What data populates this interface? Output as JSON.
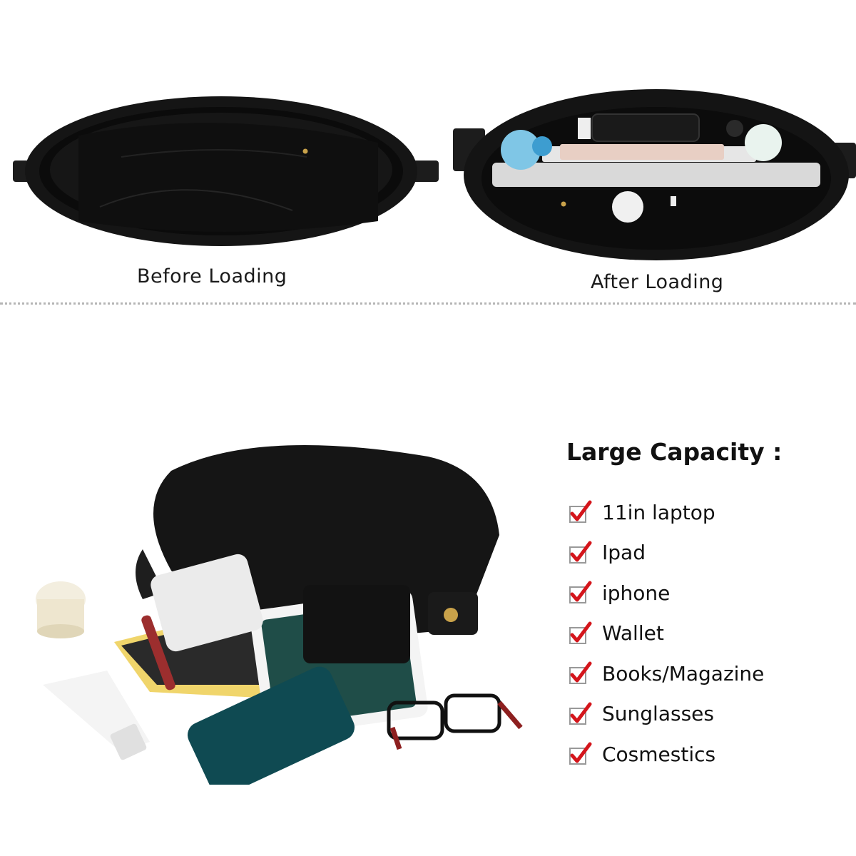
{
  "comparison": {
    "before_label": "Before Loading",
    "after_label": "After Loading"
  },
  "capacity": {
    "title": "Large Capacity :",
    "items": [
      "11in laptop",
      "Ipad",
      "iphone",
      "Wallet",
      "Books/Magazine",
      "Sunglasses",
      "Cosmestics"
    ]
  },
  "colors": {
    "bag": "#111111",
    "check_red": "#d4151b",
    "phone": "#0f4a52"
  },
  "icons": {
    "checkbox": "checkbox-checked-icon"
  }
}
